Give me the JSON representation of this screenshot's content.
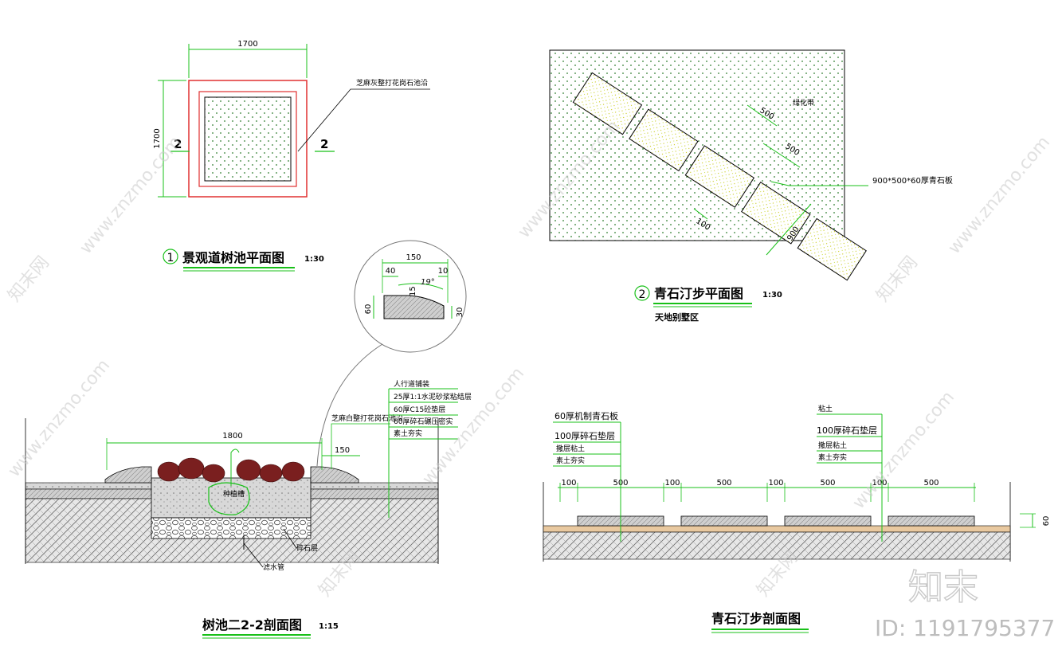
{
  "plan_tree_pit": {
    "dim_width": "1700",
    "dim_height": "1700",
    "section_mark": "2",
    "leader_note": "芝麻灰整打花岗石池沿",
    "title_number": "1",
    "title": "景观道树池平面图",
    "scale": "1:30"
  },
  "plan_stepping": {
    "label_green": "绿化带",
    "dim_500a": "500",
    "dim_500b": "500",
    "dim_100": "100",
    "dim_900": "900",
    "leader_note": "900*500*60厚青石板",
    "title_number": "2",
    "title": "青石汀步平面图",
    "scale": "1:30",
    "subtitle": "天地别墅区"
  },
  "detail_curb": {
    "dim_150": "150",
    "dim_40": "40",
    "dim_10": "10",
    "dim_15": "15",
    "angle": "19°",
    "dim_60": "60",
    "dim_30": "30"
  },
  "section_tree_pit": {
    "layers": [
      "人行道铺装",
      "25厚1:1水泥砂浆粘结层",
      "60厚C15砼垫层",
      "60厚碎石碾压密实",
      "素土夯实"
    ],
    "curb_note": "芝麻白整打花岗石池沿",
    "dim_1800": "1800",
    "dim_150": "150",
    "plant_label": "种植槽",
    "gravel_label": "碎石层",
    "drain_label": "滤水管",
    "title": "树池二2-2剖面图",
    "scale": "1:15"
  },
  "section_stepping": {
    "left_layers": [
      "60厚机制青石板",
      "100厚碎石垫层",
      "撒层粘土",
      "素土夯实"
    ],
    "right_layers": [
      "粘土",
      "100厚碎石垫层",
      "撒层粘土",
      "素土夯实"
    ],
    "dims": [
      "100",
      "500",
      "100",
      "500",
      "100",
      "500",
      "100",
      "500"
    ],
    "dim_60": "60",
    "title": "青石汀步剖面图"
  },
  "watermark": {
    "text": "www.znzmo.com",
    "text_cn": "知末网",
    "logo": "知末",
    "id": "ID: 1191795377"
  }
}
